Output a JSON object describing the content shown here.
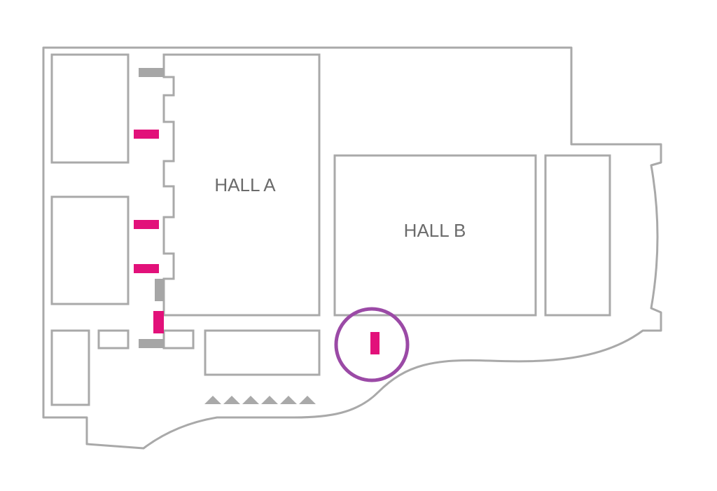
{
  "map": {
    "halls": [
      {
        "id": "hall-a",
        "label": "HALL A"
      },
      {
        "id": "hall-b",
        "label": "HALL B"
      }
    ],
    "colors": {
      "wall": "#a9a9a9",
      "room_fill": "#ffffff",
      "label": "#6b6b6b",
      "door_accent": "#e2117a",
      "door_grey": "#a6a6a6",
      "entrance_arrow": "#a9a9a9",
      "highlight": "#9b4aa6"
    },
    "accent_doors_count": 5,
    "grey_doors_count": 3,
    "entrance_arrows_count": 6,
    "highlighted_marker": "door-marker"
  }
}
